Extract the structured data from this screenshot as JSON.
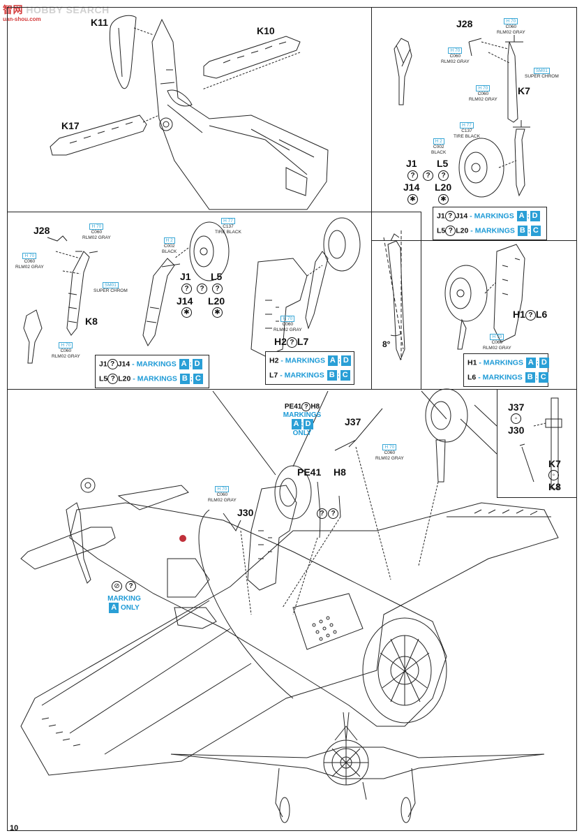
{
  "watermark": {
    "brand": "HOBBY SEARCH",
    "cn": "智网",
    "site": "uan-shou.com"
  },
  "page_number": "10",
  "parts": {
    "k11": "K11",
    "k10": "K10",
    "k17": "K17",
    "j28a": "J28",
    "k7a": "K7",
    "j28b": "J28",
    "k8a": "K8",
    "j1": "J1",
    "j14": "J14",
    "l5": "L5",
    "l20": "L20",
    "j1b": "J1",
    "j14b": "J14",
    "l5b": "L5",
    "l20b": "L20",
    "h2l7": [
      "H2",
      "L7"
    ],
    "h1l6": [
      "H1",
      "L6"
    ],
    "pe41": "PE41",
    "h8": "H8",
    "j37": "J37",
    "j30": "J30",
    "j37b": "J37",
    "j30b": "J30",
    "k7b": "K7",
    "k8b": "K8",
    "angle": "8°"
  },
  "paints": {
    "rlm02": {
      "h": "H 70",
      "c": "C060",
      "name": "RLM02 GRAY"
    },
    "tire": {
      "h": "H 77",
      "c": "C137",
      "name": "TIRE BLACK"
    },
    "black": {
      "h": "H 2",
      "c": "C002",
      "name": "BLACK"
    },
    "chrome": {
      "h": "SM01",
      "name": "SUPER CHROM"
    }
  },
  "markings": {
    "word": "MARKINGS",
    "only": "ONLY",
    "marking": "MARKING",
    "a": "A",
    "b": "B",
    "c": "C",
    "d": "D",
    "pe41h8": [
      "PE41",
      "H8"
    ],
    "dash": "-"
  },
  "colors": {
    "accent": "#2a9fd6",
    "line": "#222222"
  }
}
